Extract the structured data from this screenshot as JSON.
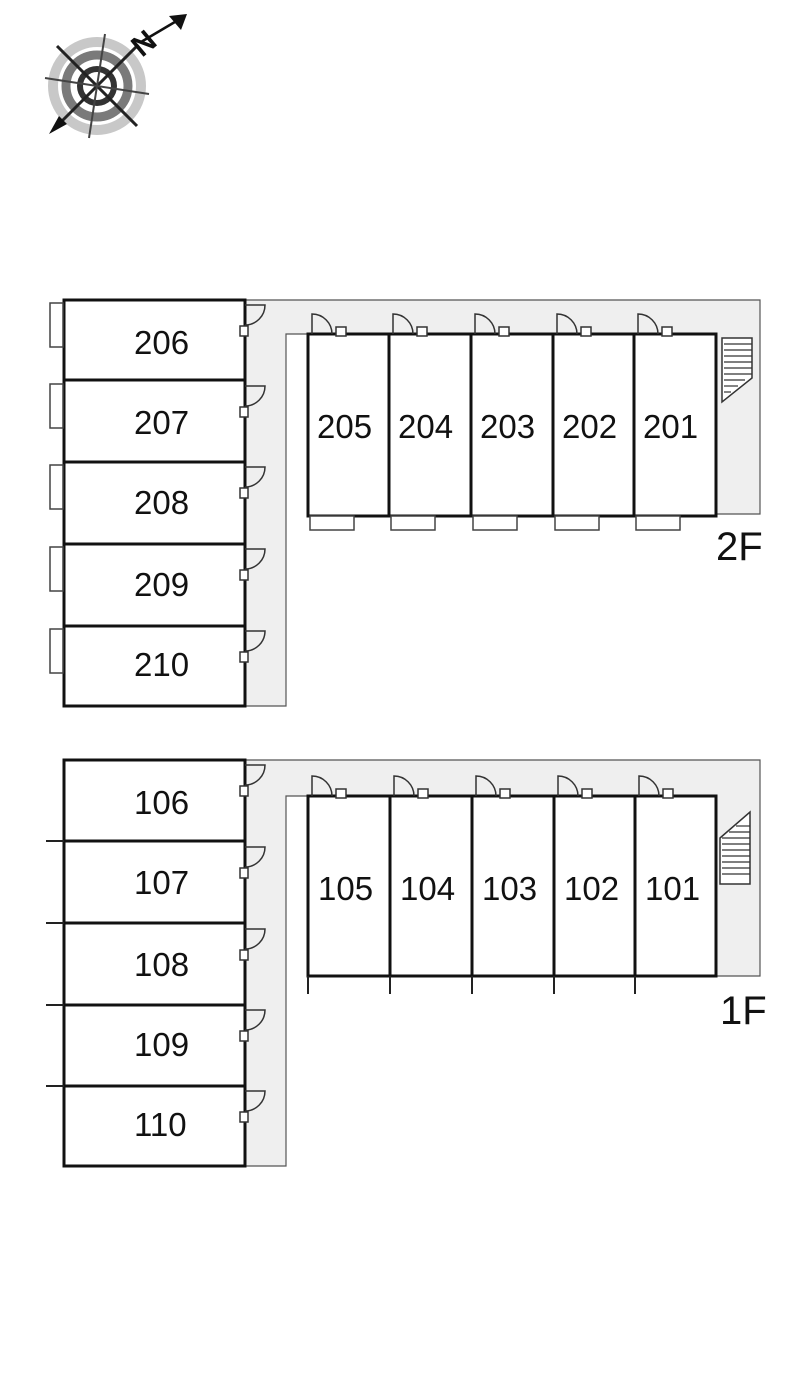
{
  "compass": {
    "north_label": "N",
    "icon": "compass-rose-icon"
  },
  "floors": [
    {
      "label": "2F",
      "side_units": [
        "206",
        "207",
        "208",
        "209",
        "210"
      ],
      "row_units": [
        "205",
        "204",
        "203",
        "202",
        "201"
      ]
    },
    {
      "label": "1F",
      "side_units": [
        "106",
        "107",
        "108",
        "109",
        "110"
      ],
      "row_units": [
        "105",
        "104",
        "103",
        "102",
        "101"
      ]
    }
  ],
  "colors": {
    "corridor": "#efefef",
    "wall": "#111111",
    "line": "#444444"
  }
}
